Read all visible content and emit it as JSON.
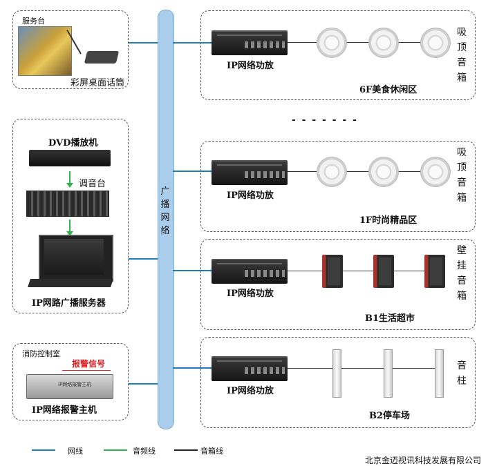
{
  "bus_label": "广播网络",
  "left_panels": {
    "service_desk": {
      "tag": "服务台",
      "caption": "彩屏桌面话筒"
    },
    "source": {
      "dvd": "DVD播放机",
      "mixer": "调音台",
      "server": "IP网路广播服务器"
    },
    "fire": {
      "tag": "消防控制室",
      "alarm_signal": "报警信号",
      "caption": "IP网络报警主机",
      "panel_text": "IP网络报警主机"
    }
  },
  "zones": [
    {
      "amp_label": "IP网络功放",
      "zone_name": "6F美食休闲区",
      "speaker_type": "吸顶音箱",
      "speaker_kind": "ceiling"
    },
    {
      "amp_label": "IP网络功放",
      "zone_name": "1F时尚精品区",
      "speaker_type": "吸顶音箱",
      "speaker_kind": "ceiling"
    },
    {
      "amp_label": "IP网络功放",
      "zone_name": "B1生活超市",
      "speaker_type": "壁挂音箱",
      "speaker_kind": "wall"
    },
    {
      "amp_label": "IP网络功放",
      "zone_name": "B2停车场",
      "speaker_type": "音柱",
      "speaker_kind": "column"
    }
  ],
  "ellipsis": "- - - - - - -",
  "legend": [
    {
      "label": "网线",
      "color": "#1b7cc0"
    },
    {
      "label": "音频线",
      "color": "#2eb24e"
    },
    {
      "label": "音箱线",
      "color": "#222222"
    }
  ],
  "company": "北京金迈视讯科技发展有限公司"
}
